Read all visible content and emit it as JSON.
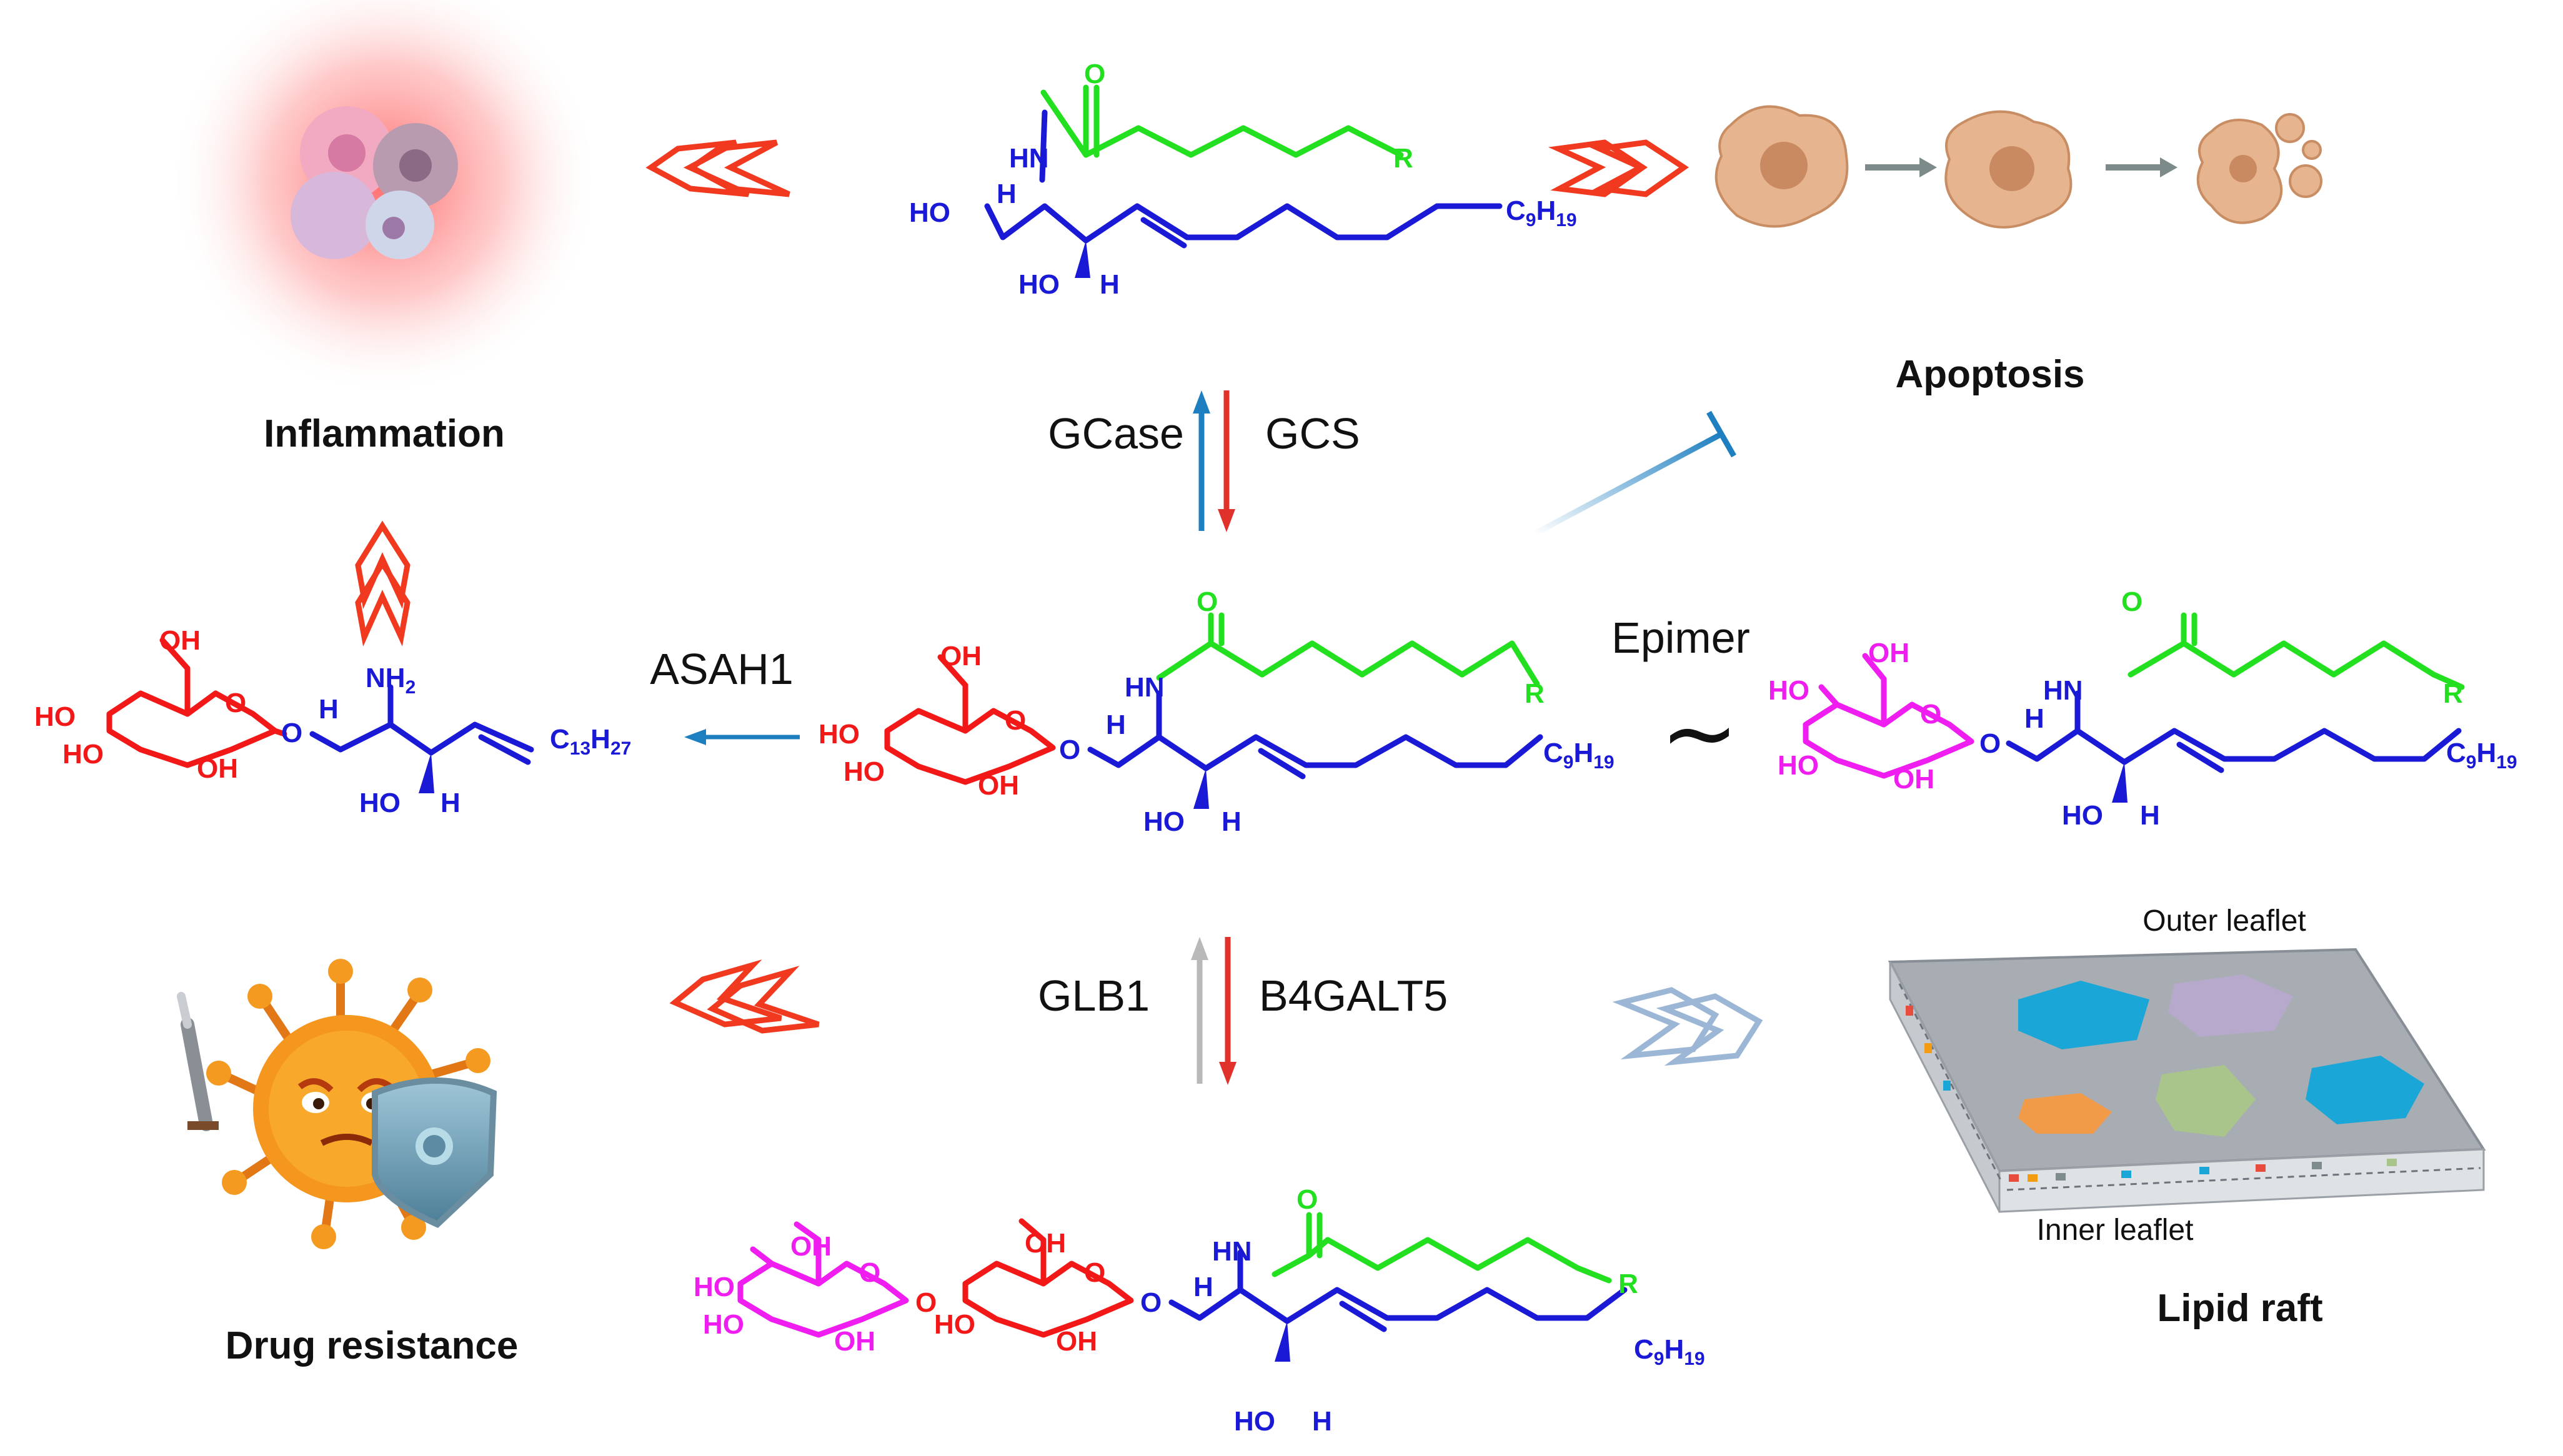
{
  "labels": {
    "inflammation": "Inflammation",
    "apoptosis": "Apoptosis",
    "drug_resistance": "Drug resistance",
    "lipid_raft": "Lipid raft",
    "outer_leaflet": "Outer leaflet",
    "inner_leaflet": "Inner leaflet"
  },
  "enzymes": {
    "gcase": "GCase",
    "gcs": "GCS",
    "asah1": "ASAH1",
    "epimer": "Epimer",
    "glb1": "GLB1",
    "b4galt5": "B4GALT5"
  },
  "atoms": {
    "O": "O",
    "HN": "HN",
    "HO": "HO",
    "H": "H",
    "R": "R",
    "OH": "OH",
    "NH2": "NH",
    "sub2": "2",
    "C9H19_c": "C",
    "C9H19_9": "9",
    "C9H19_h": "H",
    "C9H19_19": "19",
    "C13H27_c": "C",
    "C13H27_13": "13",
    "C13H27_h": "H",
    "C13H27_27": "27"
  },
  "symbols": {
    "epimer_tilde": "∼"
  },
  "colors": {
    "sphingosine": "#1a1ad6",
    "fatty_acyl": "#22e01f",
    "glucose": "#f21818",
    "galactose": "#f01df0",
    "red_chevron": "#f0391f",
    "blue_arrow": "#1d7fc0",
    "gray_arrow": "#b9b9b9",
    "light_blue_chevron": "#9cb6d6"
  }
}
